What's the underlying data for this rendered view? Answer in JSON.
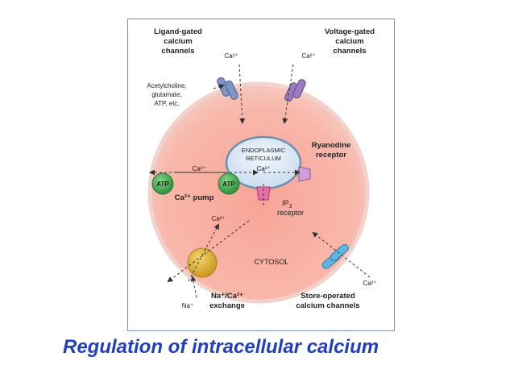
{
  "caption": "Regulation of intracellular calcium",
  "diagram": {
    "ligand_gated": {
      "line1": "Ligand-gated",
      "line2": "calcium",
      "line3": "channels"
    },
    "voltage_gated": {
      "line1": "Voltage-gated",
      "line2": "calcium",
      "line3": "channels"
    },
    "ligands": {
      "line1": "Acetylcholine,",
      "line2": "glutamate,",
      "line3": "ATP, etc."
    },
    "ca_ion": "Ca²⁺",
    "er": {
      "line1": "ENDOPLASMIC",
      "line2": "RETICULUM"
    },
    "ryanodine": {
      "line1": "Ryanodine",
      "line2": "receptor"
    },
    "atp": "ATP",
    "pump_label": "Ca²⁺ pump",
    "ip3": {
      "line1": "IP",
      "sub": "3",
      "line2": "receptor"
    },
    "cytosol": "CYTOSOL",
    "na_ion": "Na⁺",
    "exchanger": {
      "line1": "Na⁺/Ca²⁺",
      "line2": "exchange"
    },
    "store_operated": {
      "line1": "Store-operated",
      "line2": "calcium channels"
    },
    "colors": {
      "cell": "#f6b4a6",
      "cell_edge": "#f2d2cb",
      "er": "#dbe8f4",
      "er_edge": "#6d8fb0",
      "ligand_channel": "#7f95c7",
      "voltage_channel": "#9a7cc0",
      "store_channel": "#5fb4e0",
      "pump": "#4fb25a",
      "exchanger": "#e0b53a",
      "ryanodine": "#cfa0d8",
      "ip3_receptor": "#e870a8",
      "caption": "#1f3fbf"
    }
  }
}
